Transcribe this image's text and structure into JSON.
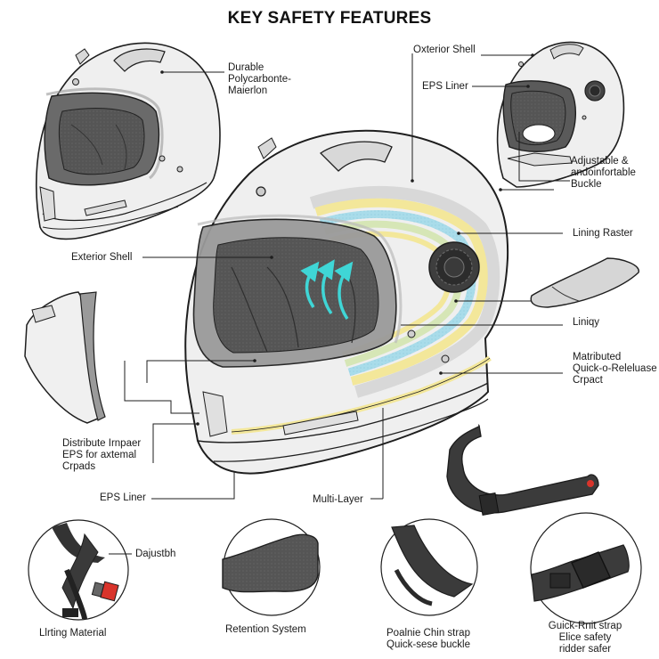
{
  "title": "KEY SAFETY FEATURES",
  "colors": {
    "shell": "#eeeeee",
    "outline": "#1e1e1e",
    "liner_dark": "#4a4a4a",
    "eps_yellow": "#f3e79a",
    "eps_blue": "#a9dcea",
    "eps_green": "#d6e6b6",
    "airflow_cyan": "#3fd6d6",
    "buckle_red": "#d9342b",
    "strap": "#3b3b3b"
  },
  "labels": {
    "durable_material": "Durable\nPolycarbonte-\nMaierlon",
    "oxterior_shell": "Oxterior Shell",
    "eps_liner_top": "EPS Liner",
    "adjustable_buckle": "Adjustable &\nandoinfortable\nBuckle",
    "lining_raster": "Lining Raster",
    "exterior_shell": "Exterior Shell",
    "liniqy": "Liniqy",
    "matributed": "Matributed\nQuick-o-Releluase\nCrpact",
    "distribute_impaer": "Distribute Irnpaer\nEPS for axtemal\nCrpads",
    "eps_liner_bottom": "EPS Liner",
    "multi_layer": "Multi-Layer",
    "dajustbh": "Dajustbh"
  },
  "details": [
    {
      "name": "lining-material",
      "caption": "Llrting Material",
      "icon": "chin-strap-buckle-icon"
    },
    {
      "name": "retention-system",
      "caption": "Retention System",
      "icon": "padding-pad-icon"
    },
    {
      "name": "chin-strap",
      "caption": "Poalnie Chin strap\nQuick-sese buckle",
      "icon": "chin-strap-icon"
    },
    {
      "name": "quick-release-strap",
      "caption": "Guick-Rnit strap\nElice safety\nridder safer",
      "icon": "quick-release-buckle-icon"
    }
  ]
}
